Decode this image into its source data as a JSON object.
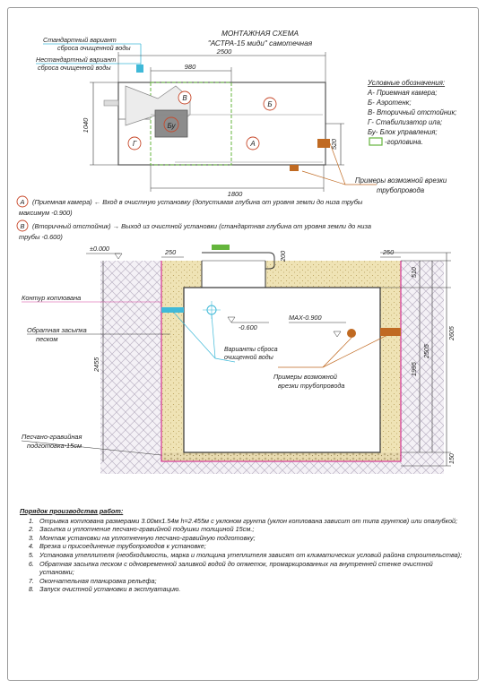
{
  "title": {
    "line1": "МОНТАЖНАЯ СХЕМА",
    "line2": "\"АСТРА-15 миди\" самотечная"
  },
  "plan": {
    "label_standard_outlet": [
      "Стандартный вариант",
      "сброса очищенной воды"
    ],
    "label_alt_outlet": [
      "Нестандартный вариант",
      "сброса очищенной воды"
    ],
    "dim_2500": "2500",
    "dim_980": "980",
    "dim_1040": "1040",
    "dim_520": "520",
    "dim_1800": "1800",
    "zones": {
      "a": "А",
      "b": "Б",
      "v": "В",
      "g": "Г",
      "bu": "Бу"
    }
  },
  "legend": {
    "title": "Условные обозначения:",
    "items": [
      "А- Приемная камера;",
      "Б- Аэротенк;",
      "В- Вторичный отстойник;",
      "Г- Стабилизатор ила;",
      "Бу- Блок управления;",
      "-горловина."
    ],
    "pipe_examples": [
      "Примеры возможной врезки",
      "трубопровода"
    ]
  },
  "inlet_note": {
    "letter": "А",
    "lines": [
      "(Приемная камера)  ←  Вход в очистную установку (допустимая глубина от уровня земли до низа трубы",
      "максимум -0.900)"
    ]
  },
  "outlet_note": {
    "letter": "В",
    "lines": [
      "(Вторичный отстойник)  →  Выход из очистной установки (стандартная глубина от уровня земли до низа",
      "трубы -0.600)"
    ]
  },
  "section": {
    "zero_level": "±0.000",
    "dim_250_left": "250",
    "dim_200": "200",
    "dim_250_right": "250",
    "dim_510": "510",
    "dim_1995": "1995",
    "dim_2505": "2505",
    "dim_2605": "2605",
    "dim_2455": "2455",
    "dim_150": "150",
    "level_0600": "-0.600",
    "level_max": "MAX-0.900",
    "label_pit": "Контур котлована",
    "label_backfill": [
      "Обратная засыпка",
      "песком"
    ],
    "label_gravel": [
      "Песчано-гравийная",
      "подготовка-15см"
    ],
    "label_outlet_variants": [
      "Варианты сброса",
      "очищенной воды"
    ],
    "label_pipe_examples": [
      "Примеры возможной",
      "врезки трубопровода"
    ]
  },
  "procedure": {
    "title": "Порядок производства работ:",
    "steps": [
      "Отрывка котлована размерами 3.00мх1.54м h=2.455м с уклоном грунта (уклон котлована зависит от типа грунтов) или опалубкой;",
      "Засыпка и уплотнение песчано-гравийной подушки толщиной 15см.;",
      "Монтаж установки на уплотненную песчано-гравийную подготовку;",
      "Врезка и присоединение трубопроводов к установке;",
      "Установка утеплителя (необходимость, марка и толщина утеплителя зависят от климатических условий района строительства);",
      "Обратная засыпка песком с одновременной заливкой водой до отметок, промаркированных на внутренней стенке очистной установки;",
      "Окончательная планировка рельефа;",
      "Запуск очистной установки в эксплуатацию."
    ]
  },
  "colors": {
    "pink": "#d63f9a",
    "cyan": "#3fb9d8",
    "green": "#64b53c",
    "red": "#c7482a",
    "orange": "#c06a22",
    "sand": "#efe4b8",
    "hatch": "#c9c3cf"
  }
}
